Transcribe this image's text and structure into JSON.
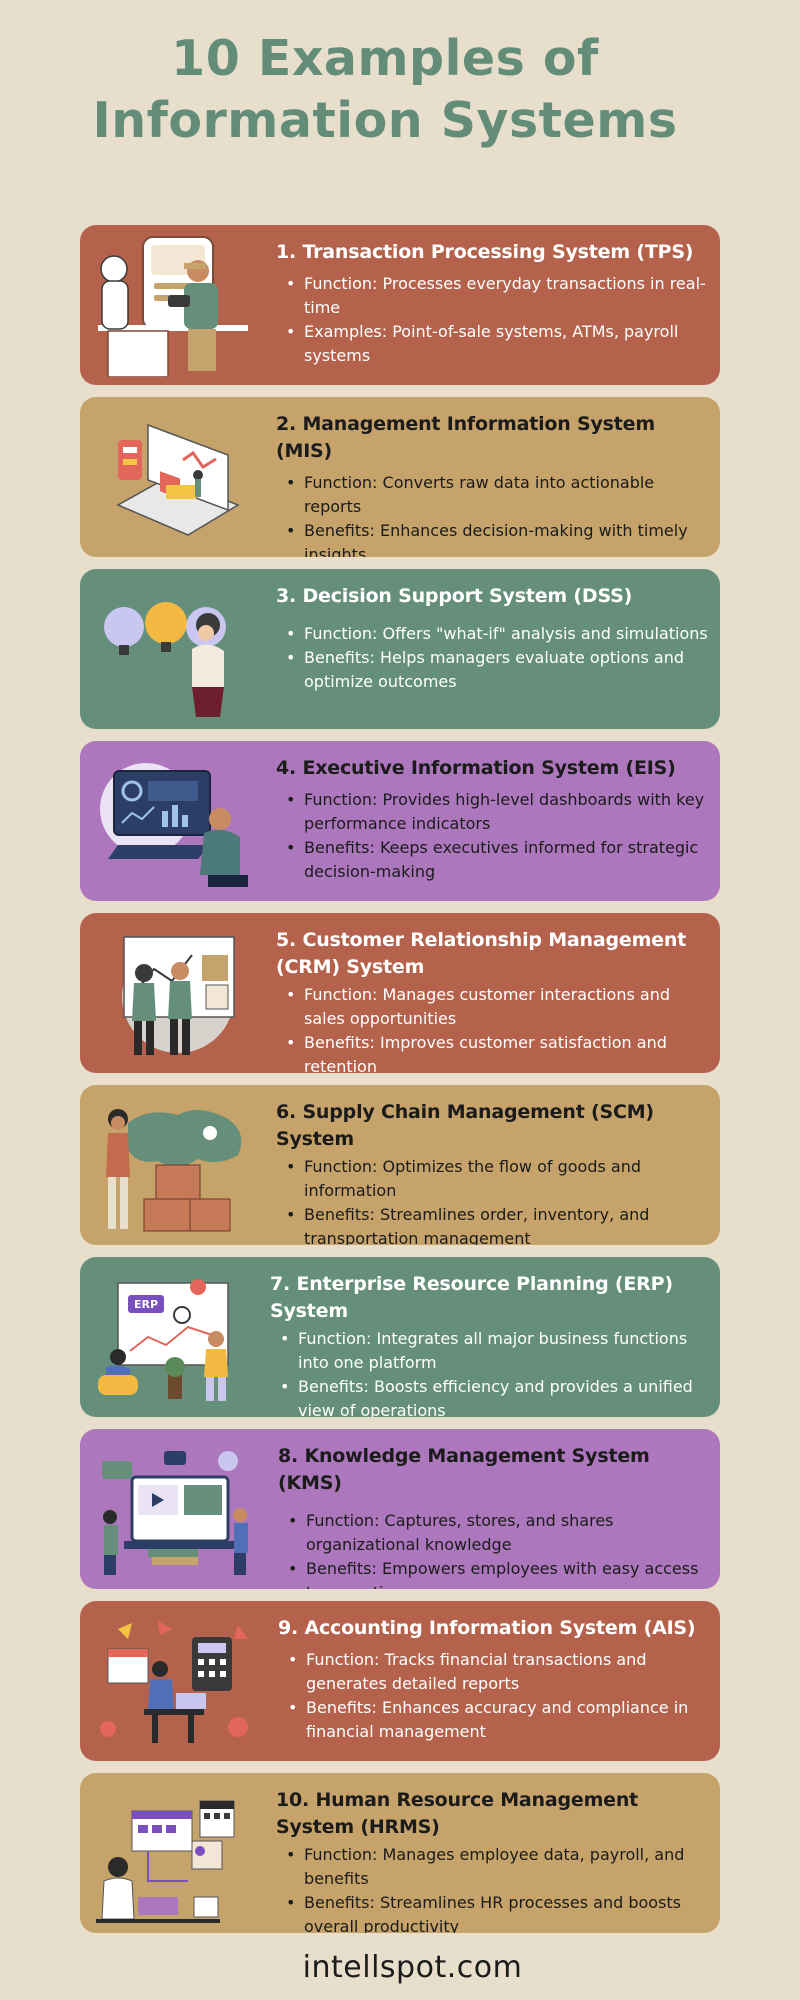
{
  "title_line1": "10 Examples of",
  "title_line2": "Information Systems",
  "footer": "intellspot.com",
  "colors": {
    "background": "#e7dfcb",
    "title": "#648d79",
    "rust": "#b5624c",
    "tan": "#c6a36a",
    "green": "#658f7b",
    "purple": "#ac77bc"
  },
  "cards": [
    {
      "title": "1. Transaction Processing System (TPS)",
      "bullets": [
        "Function: Processes everyday transactions in real-time",
        "Examples: Point-of-sale systems, ATMs, payroll systems"
      ],
      "illustration": "cashier-pos-illustration"
    },
    {
      "title": "2. Management Information System (MIS)",
      "bullets": [
        "Function: Converts raw data into actionable reports",
        "Benefits: Enhances decision-making with timely insights"
      ],
      "illustration": "laptop-dashboard-illustration"
    },
    {
      "title": "3. Decision Support System (DSS)",
      "bullets": [
        "Function: Offers \"what-if\" analysis and simulations",
        "Benefits: Helps managers evaluate options and optimize outcomes"
      ],
      "illustration": "lightbulbs-thinking-illustration"
    },
    {
      "title": "4. Executive Information System (EIS)",
      "bullets": [
        "Function: Provides high-level dashboards with key performance indicators",
        "Benefits: Keeps executives informed for strategic decision-making"
      ],
      "illustration": "executive-monitor-illustration"
    },
    {
      "title": "5. Customer Relationship Management (CRM) System",
      "bullets": [
        "Function: Manages customer interactions and sales opportunities",
        "Benefits: Improves customer satisfaction and retention"
      ],
      "illustration": "team-board-illustration"
    },
    {
      "title": "6. Supply Chain Management (SCM) System",
      "bullets": [
        "Function: Optimizes the flow of goods and information",
        "Benefits: Streamlines order, inventory, and transportation management"
      ],
      "illustration": "world-map-boxes-illustration"
    },
    {
      "title": "7. Enterprise Resource Planning (ERP) System",
      "bullets": [
        "Function: Integrates all major business functions into one platform",
        "Benefits: Boosts efficiency and provides a unified view of operations"
      ],
      "illustration": "erp-board-illustration",
      "erp_badge": "ERP"
    },
    {
      "title": "8. Knowledge Management System (KMS)",
      "bullets": [
        "Function: Captures, stores, and shares organizational knowledge",
        "Benefits: Empowers employees with easy access to expertise"
      ],
      "illustration": "laptop-learning-illustration"
    },
    {
      "title": "9. Accounting Information System (AIS)",
      "bullets": [
        "Function: Tracks financial transactions and generates detailed reports",
        "Benefits: Enhances accuracy and compliance in financial management"
      ],
      "illustration": "calculator-accounting-illustration"
    },
    {
      "title": "10. Human Resource Management System (HRMS)",
      "bullets": [
        "Function: Manages employee data, payroll, and benefits",
        "Benefits: Streamlines HR processes and boosts overall productivity"
      ],
      "illustration": "hr-calendar-illustration"
    }
  ]
}
